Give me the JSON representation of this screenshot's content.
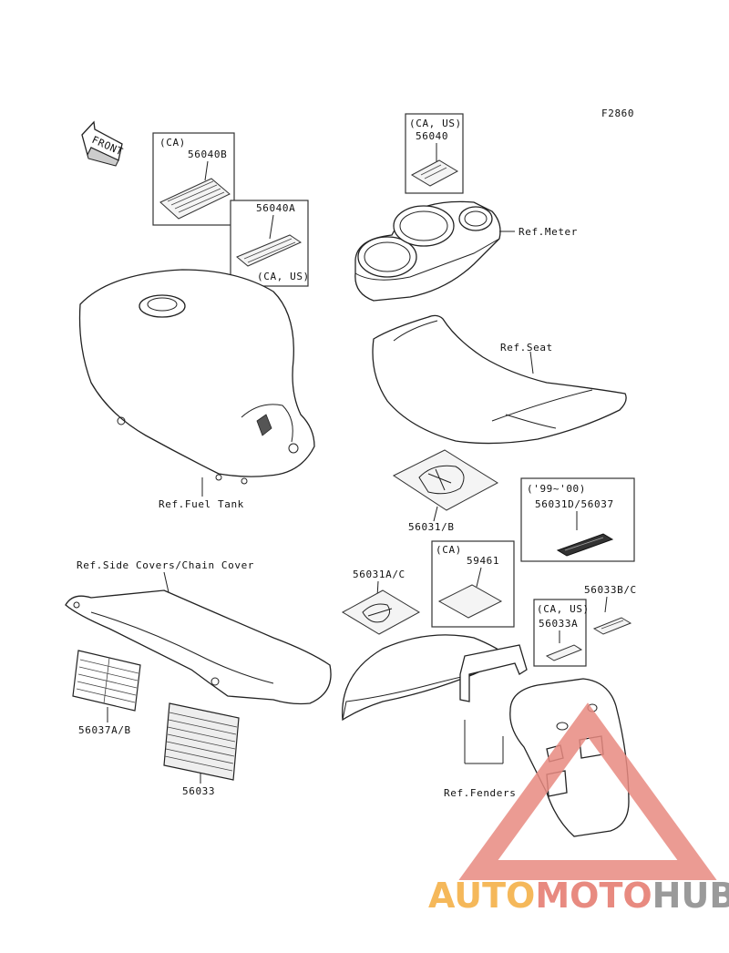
{
  "figure_code": "F2860",
  "front_arrow": "FRONT",
  "labels": {
    "box_ca_56040b_region": "(CA)",
    "box_ca_56040b_part": "56040B",
    "box_56040a_part": "56040A",
    "box_56040a_region": "(CA, US)",
    "box_56040_region": "(CA, US)",
    "box_56040_part": "56040",
    "ref_meter": "Ref.Meter",
    "ref_seat": "Ref.Seat",
    "ref_fuel_tank": "Ref.Fuel Tank",
    "part_56031b": "56031/B",
    "box_99_00_years": "('99~'00)",
    "box_99_00_part": "56031D/56037",
    "box_59461_region": "(CA)",
    "box_59461_part": "59461",
    "ref_side_covers": "Ref.Side Covers/Chain Cover",
    "part_56031ac": "56031A/C",
    "part_56033bc": "56033B/C",
    "box_56033a_region": "(CA, US)",
    "box_56033a_part": "56033A",
    "part_56037ab": "56037A/B",
    "part_56033": "56033",
    "ref_fenders": "Ref.Fenders"
  },
  "watermark": {
    "part1": "AUTO",
    "part2": "MOTO",
    "part3": "HUB",
    "color_orange": "#f5b85a",
    "color_red": "#e88a80",
    "color_gray": "#9a9a9a"
  }
}
